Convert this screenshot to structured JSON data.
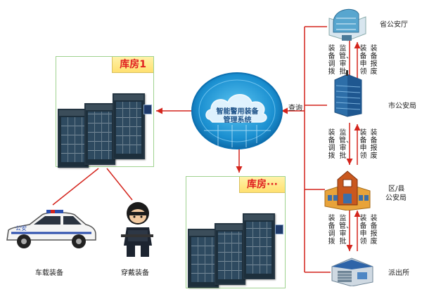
{
  "center": {
    "title_line1": "智能警用装备",
    "title_line2": "管理系统"
  },
  "query_label": "查询",
  "warehouses": [
    {
      "title": "库房1"
    },
    {
      "title": "库房···"
    }
  ],
  "equipment": {
    "vehicle": "车载装备",
    "wearable": "穿戴装备"
  },
  "levels": [
    {
      "name": "省公安厅",
      "icon": "provincial-building"
    },
    {
      "name": "市公安局",
      "icon": "city-building"
    },
    {
      "name_line1": "区/县",
      "name_line2": "公安局",
      "icon": "district-building"
    },
    {
      "name": "派出所",
      "icon": "police-station"
    }
  ],
  "flow_labels": {
    "allocate": "装备调拨",
    "supervise": "监管、审批",
    "apply": "装备申领",
    "scrap": "装备报废"
  },
  "colors": {
    "arrow": "#d4241c",
    "frame": "#9fd28f",
    "cloud": "#1a8fd0"
  }
}
